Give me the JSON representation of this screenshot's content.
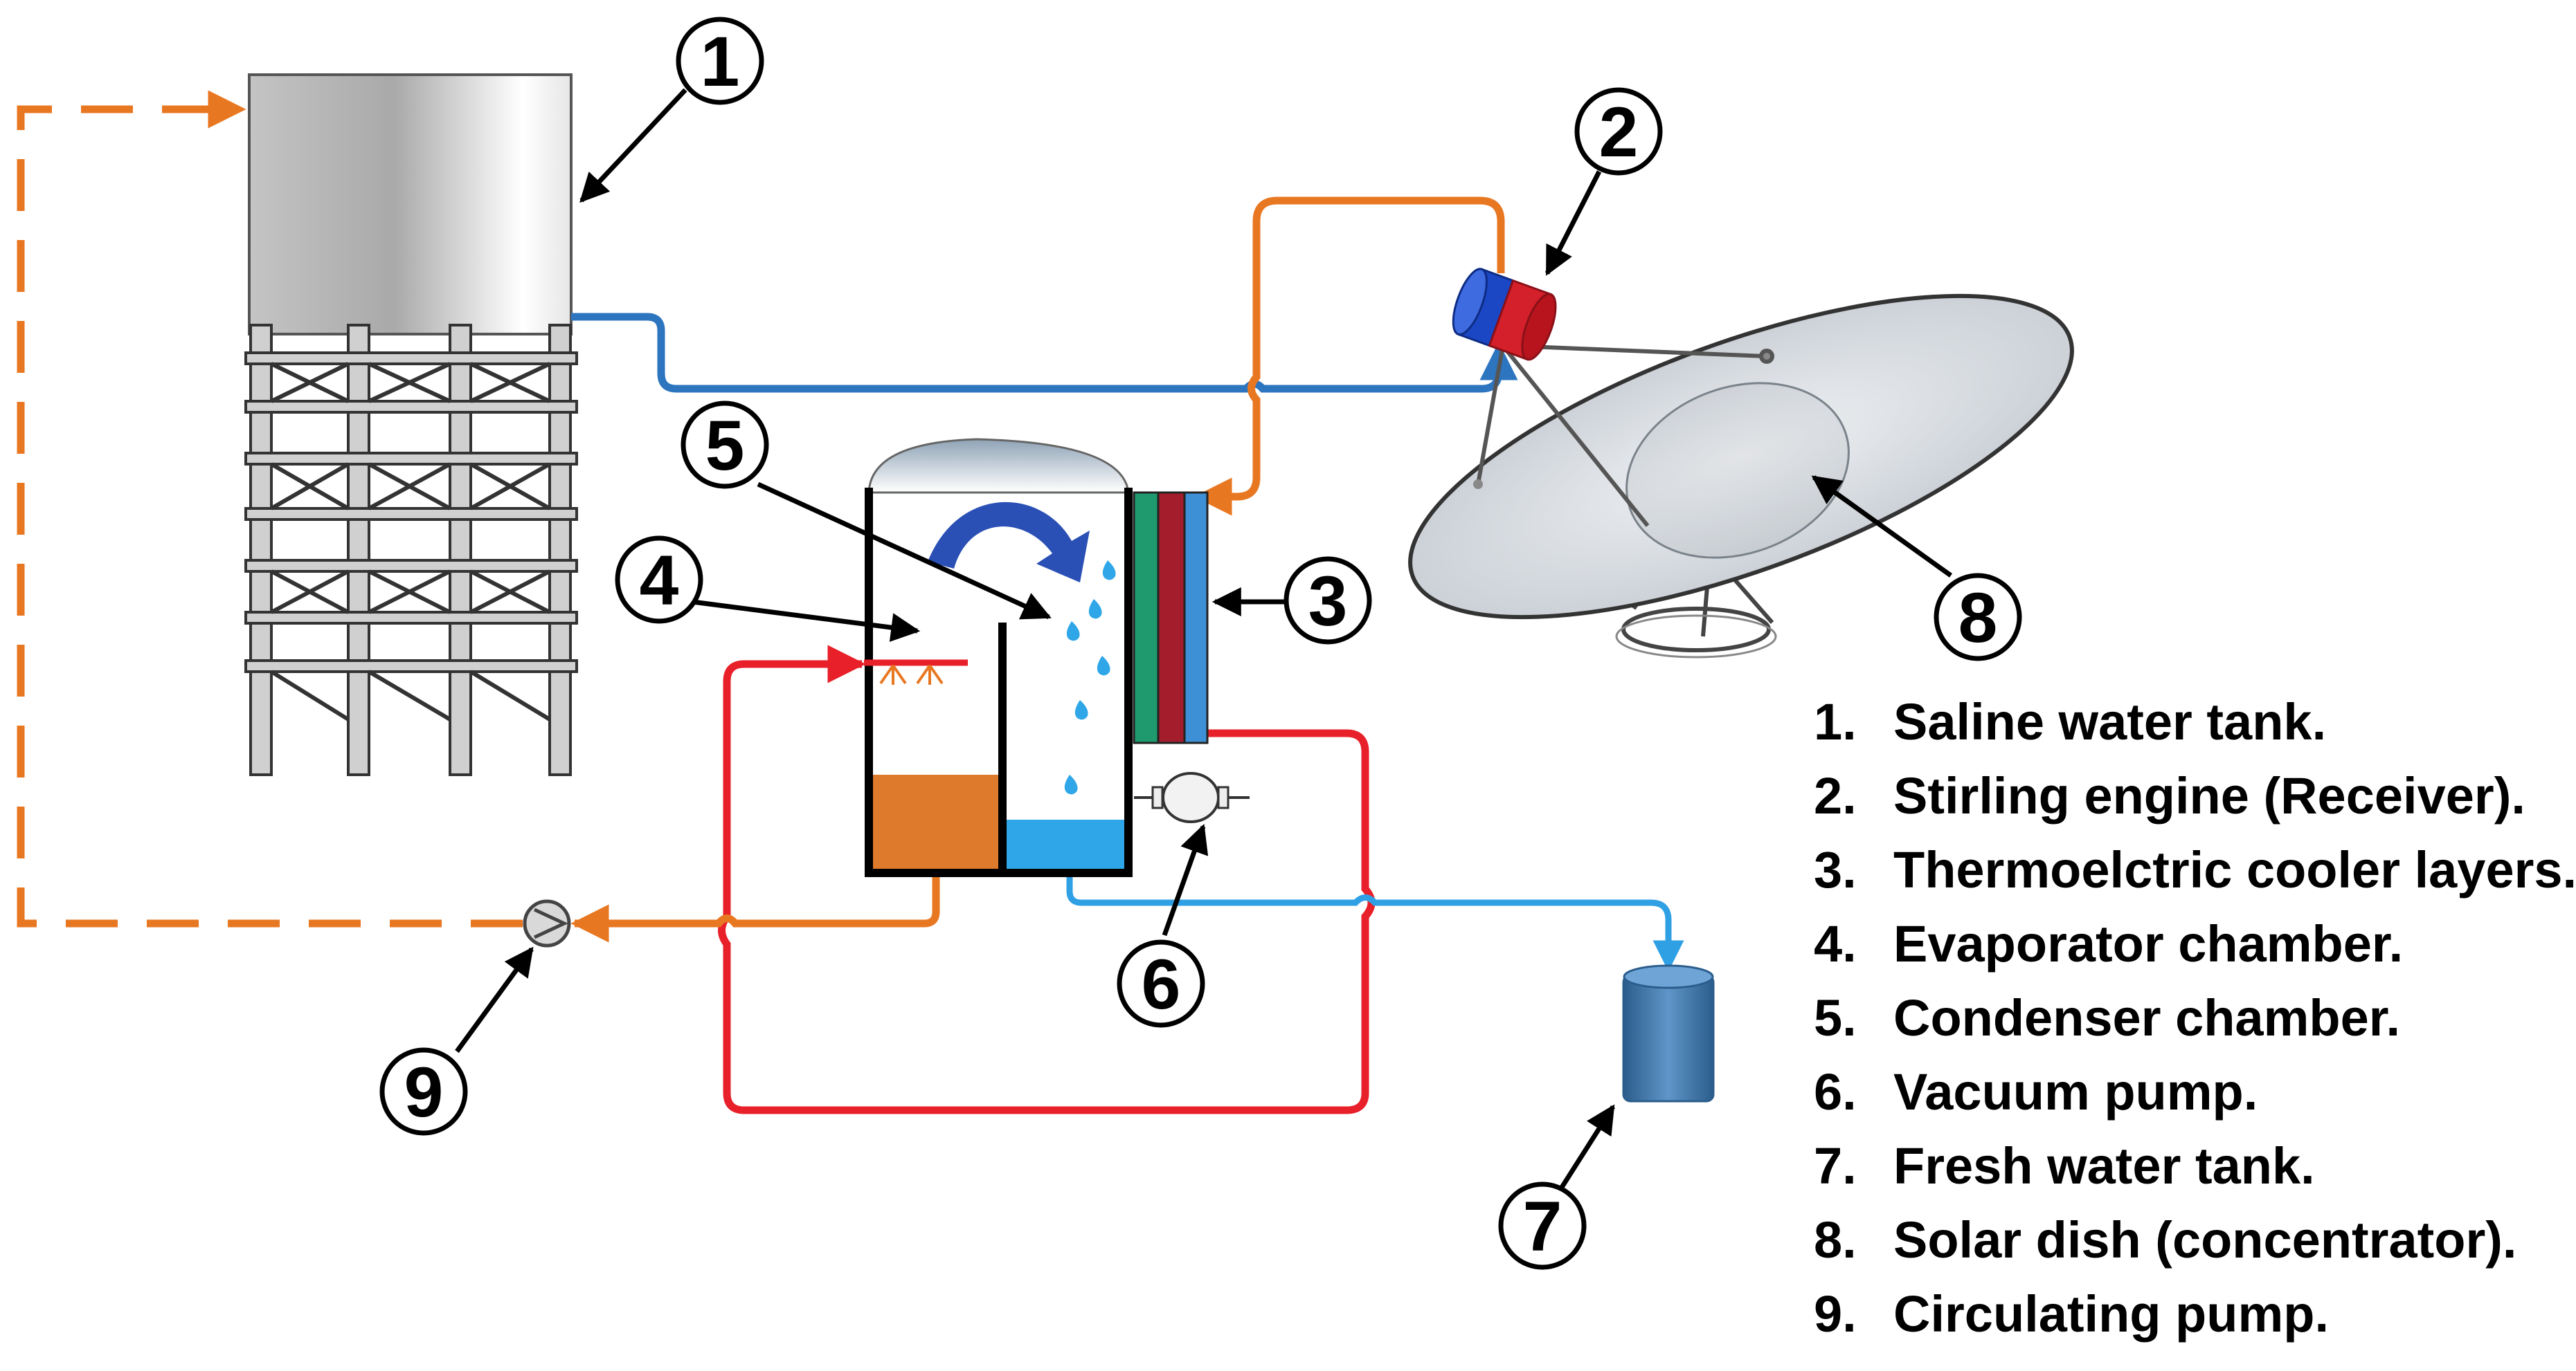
{
  "callouts": [
    "1",
    "2",
    "3",
    "4",
    "5",
    "6",
    "7",
    "8",
    "9"
  ],
  "legend": [
    {
      "num": "1.",
      "text": "Saline water tank."
    },
    {
      "num": "2.",
      "text": "Stirling engine (Receiver)."
    },
    {
      "num": "3.",
      "text": "Thermoelctric cooler layers."
    },
    {
      "num": "4.",
      "text": "Evaporator chamber."
    },
    {
      "num": "5.",
      "text": "Condenser chamber."
    },
    {
      "num": "6.",
      "text": "Vacuum pump."
    },
    {
      "num": "7.",
      "text": "Fresh water tank."
    },
    {
      "num": "8.",
      "text": "Solar dish (concentrator)."
    },
    {
      "num": "9.",
      "text": "Circulating pump."
    }
  ],
  "colors": {
    "saline_line": "#e87722",
    "feed_line": "#2e75c0",
    "hot_loop": "#e8202a",
    "fresh_line": "#2fa0e4",
    "brine": "#de7a2c",
    "fresh_water": "#2ea6e8",
    "tec_green": "#1f9a6e",
    "tec_red": "#a31d2c",
    "tec_blue": "#3d8fd6",
    "engine_blue": "#1b47c4",
    "engine_red": "#d4202a",
    "arrow_blue": "#2a4fb5"
  },
  "icons": [
    "arrow-icon",
    "water-droplet-icon",
    "pump-icon",
    "vacuum-pump-icon",
    "solar-dish-icon",
    "water-tower-icon"
  ]
}
